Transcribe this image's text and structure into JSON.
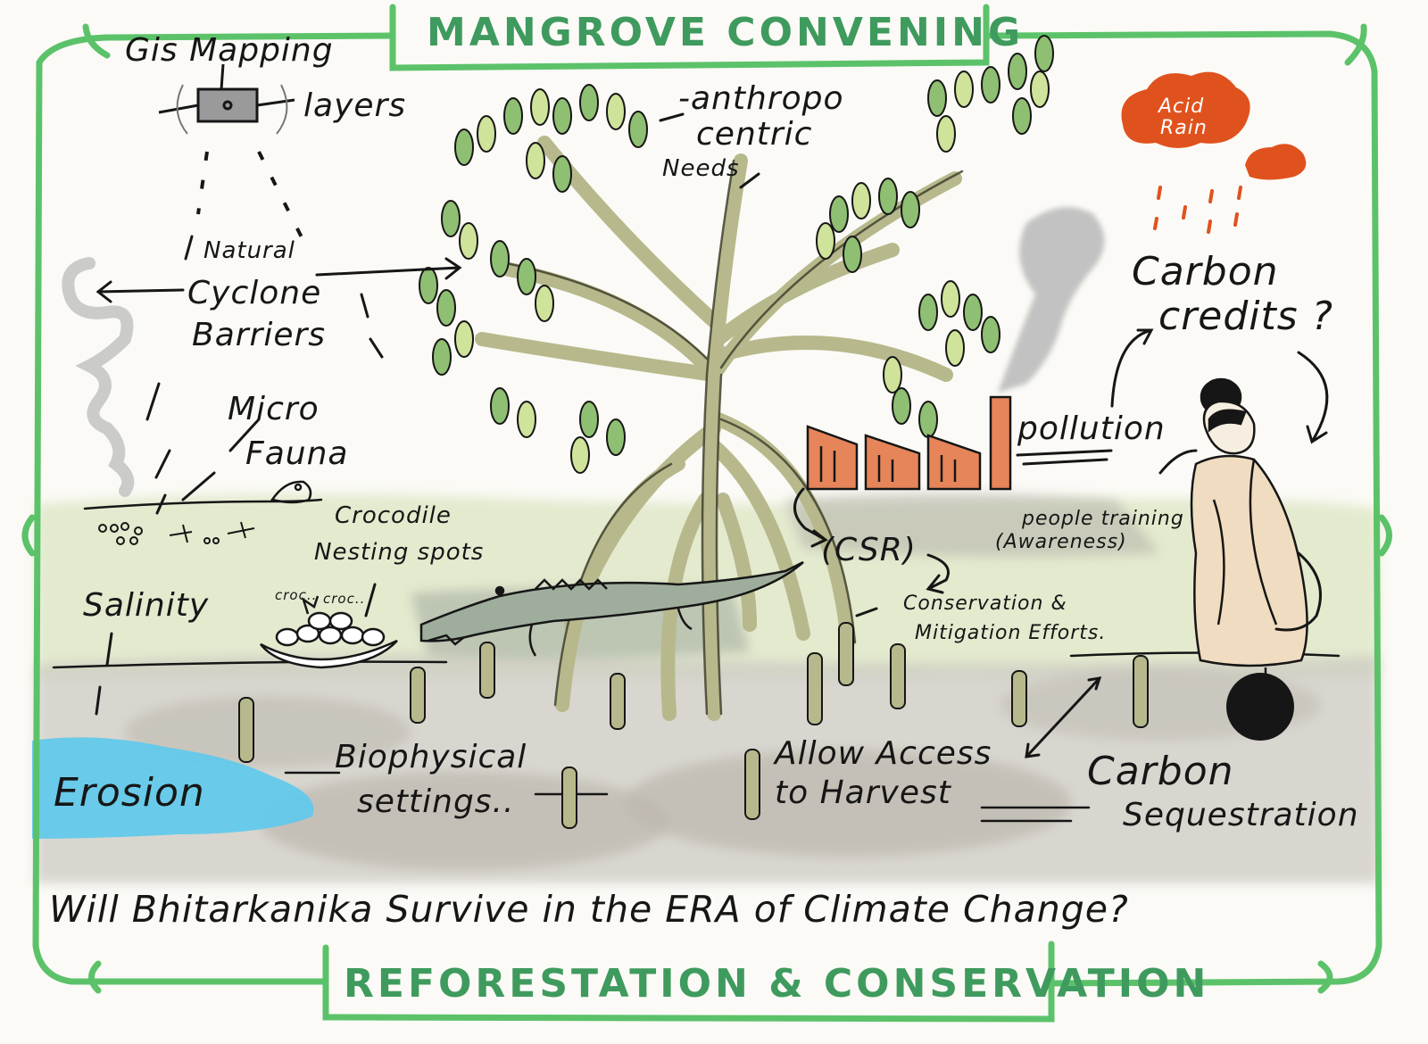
{
  "title": "MANGROVE CONVENING",
  "footer": "REFORESTATION & CONSERVATION",
  "question": "Will Bhitarkanika Survive in the ERA of Climate Change?",
  "labels": {
    "gis": "Gis Mapping",
    "gis_layers": "layers",
    "anthropo": "-anthropo",
    "centric": "centric",
    "needs": "Needs",
    "acid_rain_1": "Acid",
    "acid_rain_2": "Rain",
    "carbon_credits_1": "Carbon",
    "carbon_credits_2": "credits ?",
    "natural": "Natural",
    "cyclone": "Cyclone",
    "barriers": "Barriers",
    "micro": "Micro",
    "fauna": "Fauna",
    "pollution": "pollution",
    "crocodile": "Crocodile",
    "nesting": "Nesting spots",
    "croc_sound_1": "croc..",
    "croc_sound_2": "croc..",
    "salinity": "Salinity",
    "csr": "(CSR)",
    "people_training": "people training",
    "awareness": "(Awareness)",
    "conservation_efforts_1": "Conservation &",
    "conservation_efforts_2": "Mitigation Efforts.",
    "erosion": "Erosion",
    "biophysical": "Biophysical",
    "settings": "settings..",
    "allow_access": "Allow Access",
    "to_harvest": "to Harvest",
    "carbon_seq_1": "Carbon",
    "carbon_seq_2": "Sequestration"
  },
  "colors": {
    "frame": "#5cc26a",
    "title": "#3f9a5e",
    "trunk": "#b7b98c",
    "leaf": "#8fbf72",
    "leaf_light": "#cfe39a",
    "water": "#60c9ec",
    "ground": "#c9c6bc",
    "grass": "#dfe8c8",
    "factory": "#e68559",
    "cloud": "#e0521d",
    "smoke": "#b9b9b9"
  },
  "icons": [
    "satellite-icon",
    "cyclone-swirl-icon",
    "frog-icon",
    "crocodile-icon",
    "nest-icon",
    "factory-icon",
    "smoke-icon",
    "acid-rain-cloud-icon",
    "woman-figure-icon",
    "carbon-ball-icon"
  ]
}
